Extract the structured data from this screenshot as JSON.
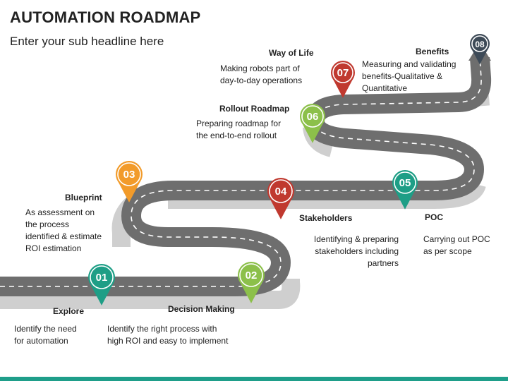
{
  "header": {
    "title": "AUTOMATION ROADMAP",
    "subtitle": "Enter your sub headline here"
  },
  "colors": {
    "road": "#6e6e6e",
    "road_side": "#cfcfcf",
    "lane": "#ffffff",
    "footer": "#1f9e8a"
  },
  "milestones": [
    {
      "num": "01",
      "color": "#1e9e86",
      "label": "Explore",
      "desc": [
        "Identify the need",
        "for automation"
      ]
    },
    {
      "num": "02",
      "color": "#8cc04a",
      "label": "Decision Making",
      "desc": [
        "Identify the right process with",
        "high ROI and easy to implement"
      ]
    },
    {
      "num": "03",
      "color": "#f29b2a",
      "label": "Blueprint",
      "desc": [
        "As assessment on",
        "the process",
        "identified & estimate",
        "ROI estimation"
      ]
    },
    {
      "num": "04",
      "color": "#c0392f",
      "label": "Stakeholders",
      "desc": [
        "Identifying & preparing",
        "stakeholders including",
        "partners"
      ]
    },
    {
      "num": "05",
      "color": "#1e9e86",
      "label": "POC",
      "desc": [
        "Carrying out POC",
        "as per scope"
      ]
    },
    {
      "num": "06",
      "color": "#8cc04a",
      "label": "Rollout Roadmap",
      "desc": [
        "Preparing roadmap for",
        "the end-to-end rollout"
      ]
    },
    {
      "num": "07",
      "color": "#c0392f",
      "label": "Way of Life",
      "desc": [
        "Making robots part of",
        "day-to-day operations"
      ]
    },
    {
      "num": "08",
      "color": "#3d4a57",
      "label": "Benefits",
      "desc": [
        "Measuring and validating",
        "benefits-Qualitative &",
        "Quantitative"
      ]
    }
  ]
}
